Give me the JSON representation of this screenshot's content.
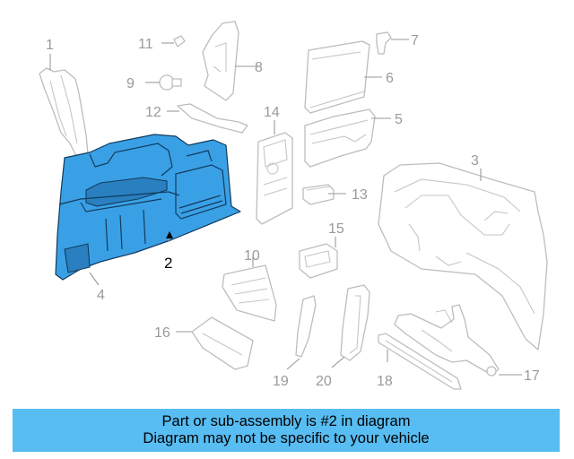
{
  "diagram": {
    "highlight_color": "#3aa0e6",
    "callouts": {
      "c1": "1",
      "c2": "2",
      "c3": "3",
      "c4": "4",
      "c5": "5",
      "c6": "6",
      "c7": "7",
      "c8": "8",
      "c9": "9",
      "c10": "10",
      "c11": "11",
      "c12": "12",
      "c13": "13",
      "c14": "14",
      "c15": "15",
      "c16": "16",
      "c17": "17",
      "c18": "18",
      "c19": "19",
      "c20": "20"
    }
  },
  "banner": {
    "background_color": "#57bdf2",
    "line1": "Part or sub-assembly is #2 in diagram",
    "line2": "Diagram may not be specific to your vehicle"
  }
}
